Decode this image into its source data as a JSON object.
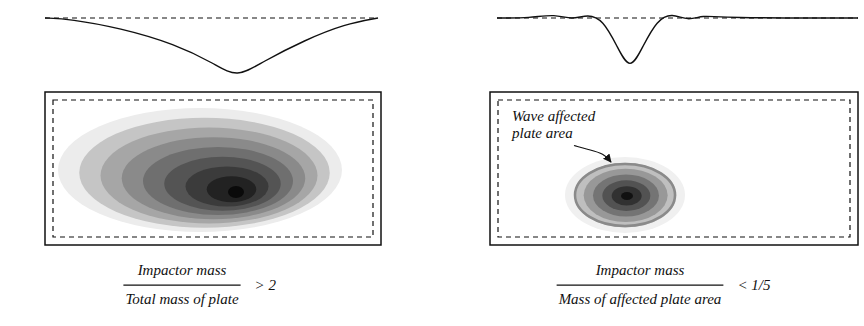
{
  "diagram": {
    "labels": [
      "Impactor mass",
      "Total mass of plate",
      "> 2",
      "Impactor mass",
      "Mass of affected plate area",
      "< 1/5",
      "Wave affected plate area"
    ]
  }
}
